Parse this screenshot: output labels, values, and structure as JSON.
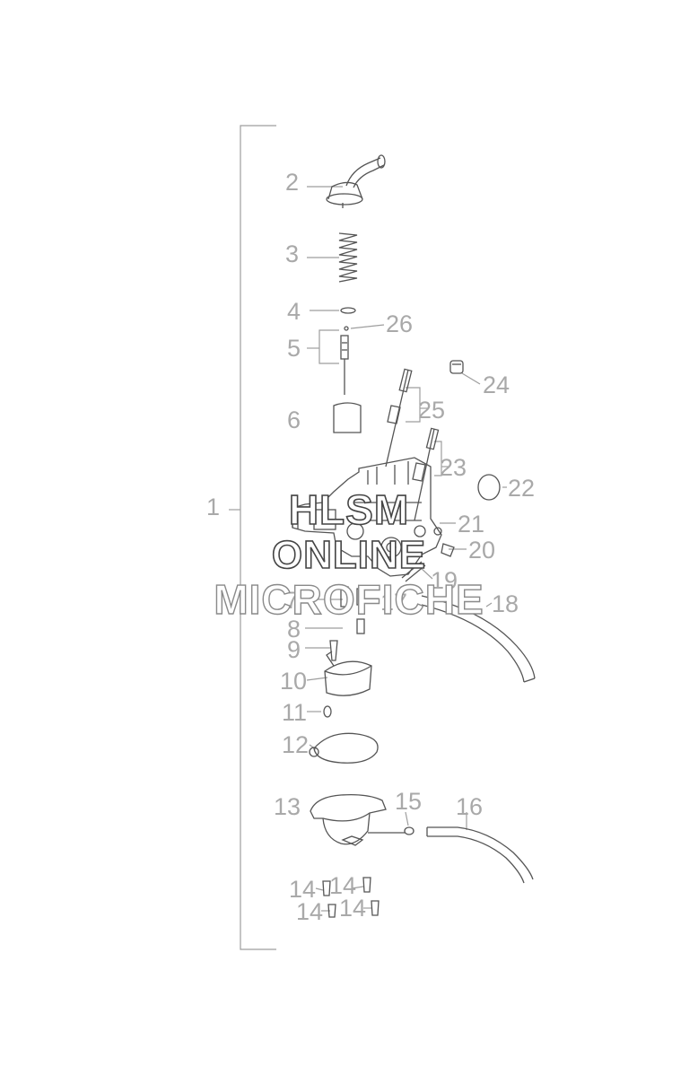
{
  "diagram": {
    "callouts": [
      "1",
      "2",
      "3",
      "4",
      "5",
      "26",
      "24",
      "25",
      "6",
      "23",
      "22",
      "21",
      "20",
      "7",
      "19",
      "17",
      "18",
      "8",
      "9",
      "10",
      "11",
      "12",
      "13",
      "15",
      "16",
      "14",
      "14",
      "14",
      "14"
    ],
    "watermark": [
      "HLSM",
      "ONLINE",
      "MICROFICHE"
    ]
  },
  "colors": {
    "line": "#9e9e9e",
    "part": "#555555",
    "watermark_stroke": "#444444",
    "label": "#a9a9a9"
  }
}
